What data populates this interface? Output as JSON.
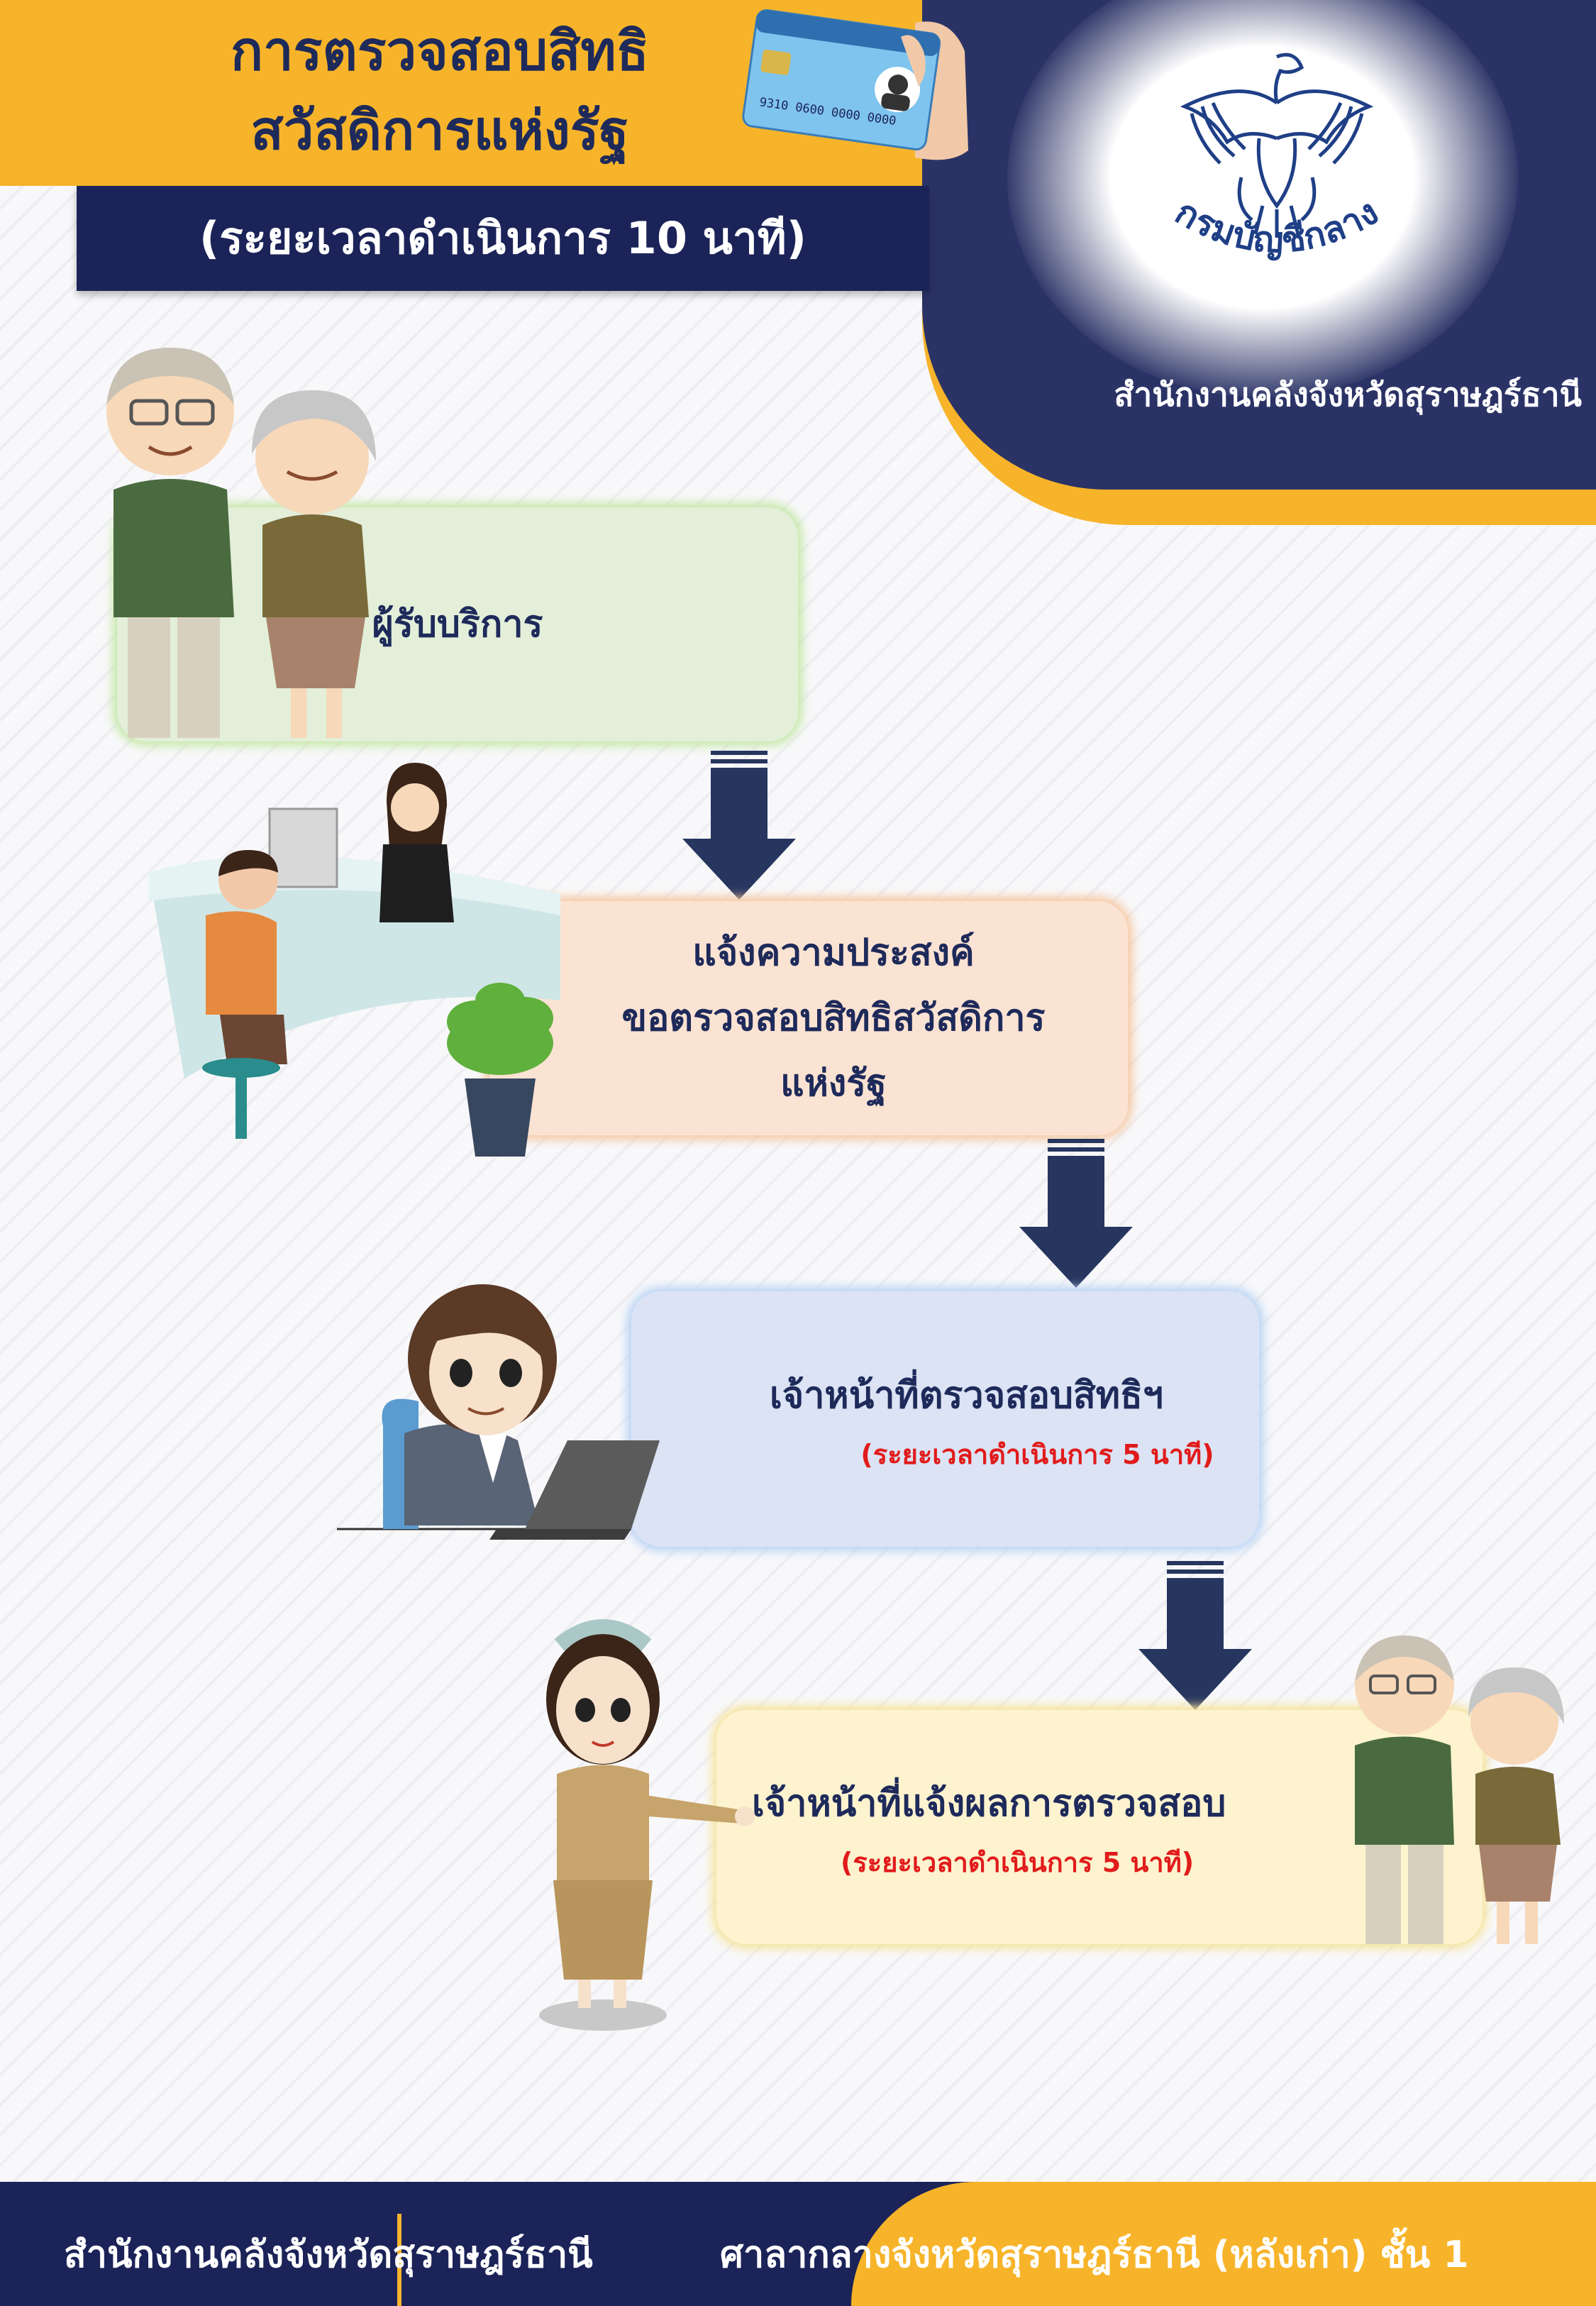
{
  "header": {
    "title_line1": "การตรวจสอบสิทธิ",
    "title_line2": "สวัสดิการแห่งรัฐ",
    "duration": "(ระยะเวลาดำเนินการ 10 นาที)",
    "office": "สำนักงานคลังจังหวัดสุราษฎร์ธานี",
    "seal_text": "กรมบัญชีกลาง",
    "card_number": "9310 0600 0000 0000"
  },
  "steps": [
    {
      "label": "ผู้รับบริการ"
    },
    {
      "lines": [
        "แจ้งความประสงค์",
        "ขอตรวจสอบสิทธิสวัสดิการ",
        "แห่งรัฐ"
      ]
    },
    {
      "label": "เจ้าหน้าที่ตรวจสอบสิทธิฯ",
      "sub": "(ระยะเวลาดำเนินการ 5 นาที)"
    },
    {
      "label": "เจ้าหน้าที่แจ้งผลการตรวจสอบ",
      "sub": "(ระยะเวลาดำเนินการ 5 นาที)"
    }
  ],
  "footer": {
    "left": "สำนักงานคลังจังหวัดสุราษฎร์ธานี",
    "right": "ศาลากลางจังหวัดสุราษฎร์ธานี (หลังเก่า) ชั้น 1"
  },
  "colors": {
    "navy": "#1b2358",
    "yellow": "#f7b42a",
    "arrow": "#26365f",
    "red": "#e11b1b"
  }
}
